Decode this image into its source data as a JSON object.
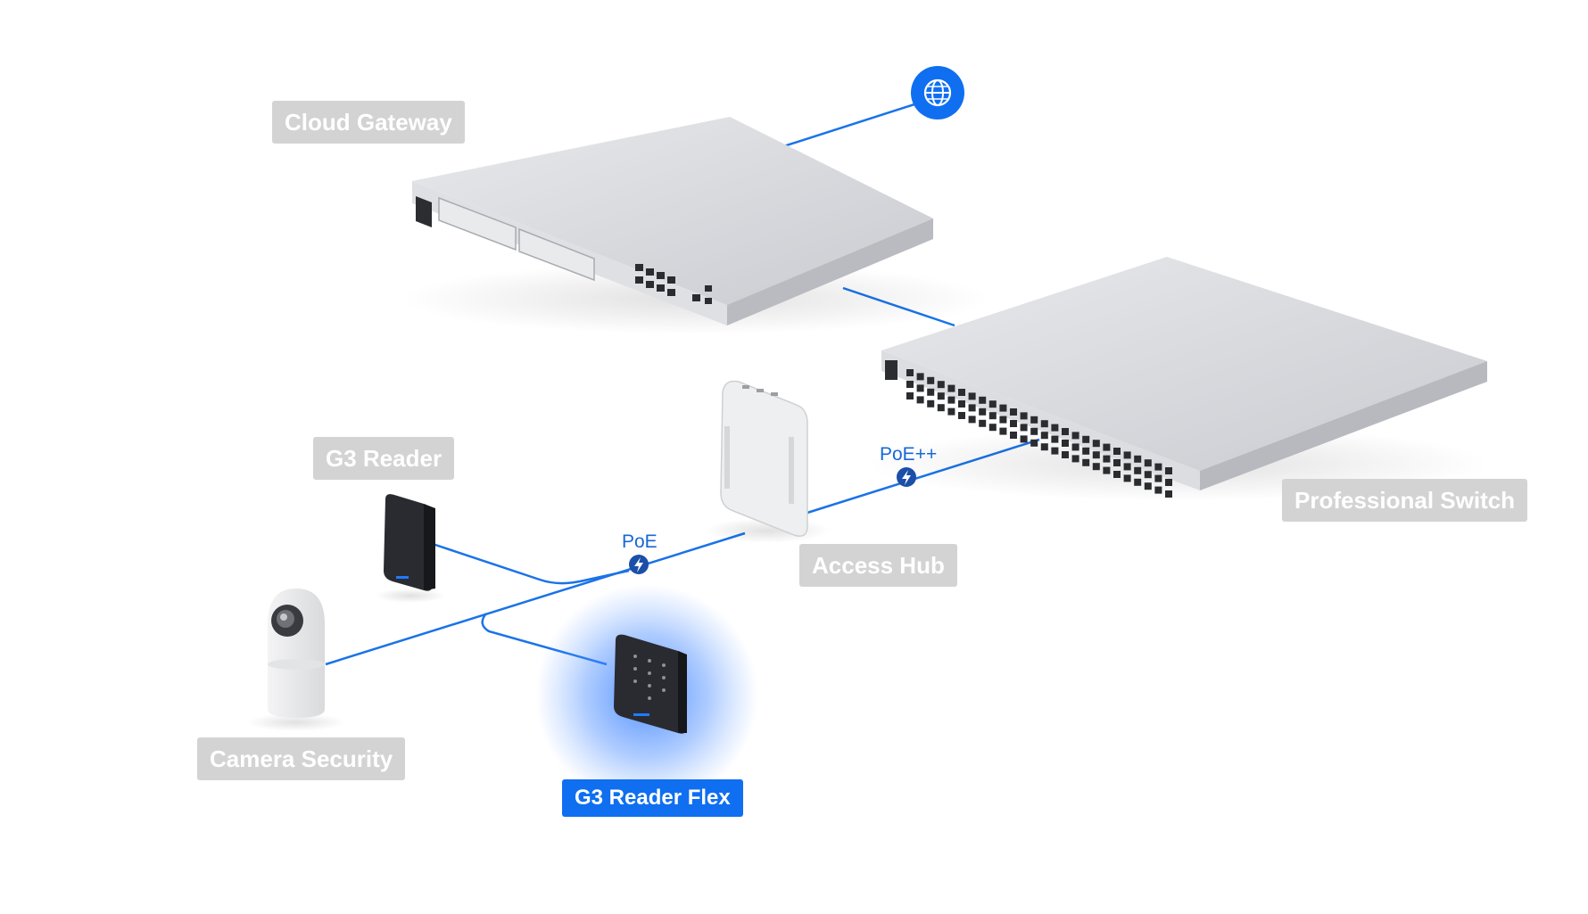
{
  "devices": {
    "cloud_gateway": "Cloud Gateway",
    "professional_switch": "Professional Switch",
    "access_hub": "Access Hub",
    "g3_reader": "G3 Reader",
    "camera_security": "Camera Security",
    "g3_reader_flex": "G3 Reader Flex"
  },
  "links": {
    "poe_plus_plus": "PoE++",
    "poe": "PoE"
  },
  "icons": {
    "internet": "globe-icon",
    "power": "lightning-bolt-icon"
  },
  "colors": {
    "accent": "#0f6ff0",
    "link_line": "#1a73e8",
    "label_bg": "#d3d3d3",
    "power_badge": "#1b4fa8"
  },
  "selected_device": "g3_reader_flex"
}
